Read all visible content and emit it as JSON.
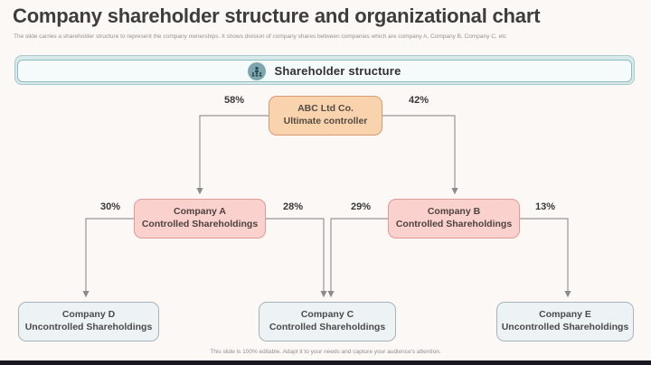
{
  "slide": {
    "title": "Company shareholder structure and organizational chart",
    "subtitle": "The slide carries a shareholder structure to represent the company ownerships. It shows division of company shares between companies which are company A, Company B, Company C, etc",
    "footer": "This slide is 100% editable. Adapt it to your needs and capture your audience's attention."
  },
  "banner": {
    "label": "Shareholder structure",
    "icon": "org-people-icon"
  },
  "org_chart": {
    "nodes": [
      {
        "id": "abc",
        "line1": "ABC Ltd Co.",
        "line2": "Ultimate controller",
        "role": "root"
      },
      {
        "id": "company-a",
        "line1": "Company A",
        "line2": "Controlled Shareholdings",
        "role": "controlled"
      },
      {
        "id": "company-b",
        "line1": "Company B",
        "line2": "Controlled Shareholdings",
        "role": "controlled"
      },
      {
        "id": "company-d",
        "line1": "Company D",
        "line2": "Uncontrolled Shareholdings",
        "role": "uncontrolled"
      },
      {
        "id": "company-c",
        "line1": "Company C",
        "line2": "Controlled Shareholdings",
        "role": "controlled"
      },
      {
        "id": "company-e",
        "line1": "Company E",
        "line2": "Uncontrolled Shareholdings",
        "role": "uncontrolled"
      }
    ],
    "edges": [
      {
        "from": "ABC Ltd Co.",
        "to": "Company A",
        "label": "58%"
      },
      {
        "from": "ABC Ltd Co.",
        "to": "Company B",
        "label": "42%"
      },
      {
        "from": "Company A",
        "to": "Company D",
        "label": "30%"
      },
      {
        "from": "Company A",
        "to": "Company C",
        "label": "28%"
      },
      {
        "from": "Company B",
        "to": "Company C",
        "label": "29%"
      },
      {
        "from": "Company B",
        "to": "Company E",
        "label": "13%"
      }
    ]
  },
  "colors": {
    "accent_teal": "#8fbcc1",
    "banner_fill": "#f5fafa",
    "icon_circle": "#7ea7ad",
    "root_fill": "#f9d3ae",
    "root_border": "#d89a72",
    "controlled_fill": "#fad1cc",
    "controlled_border": "#e09b94",
    "uncontrolled_fill": "#edf3f4",
    "uncontrolled_border": "#a7b2b8",
    "connector": "#969696"
  }
}
